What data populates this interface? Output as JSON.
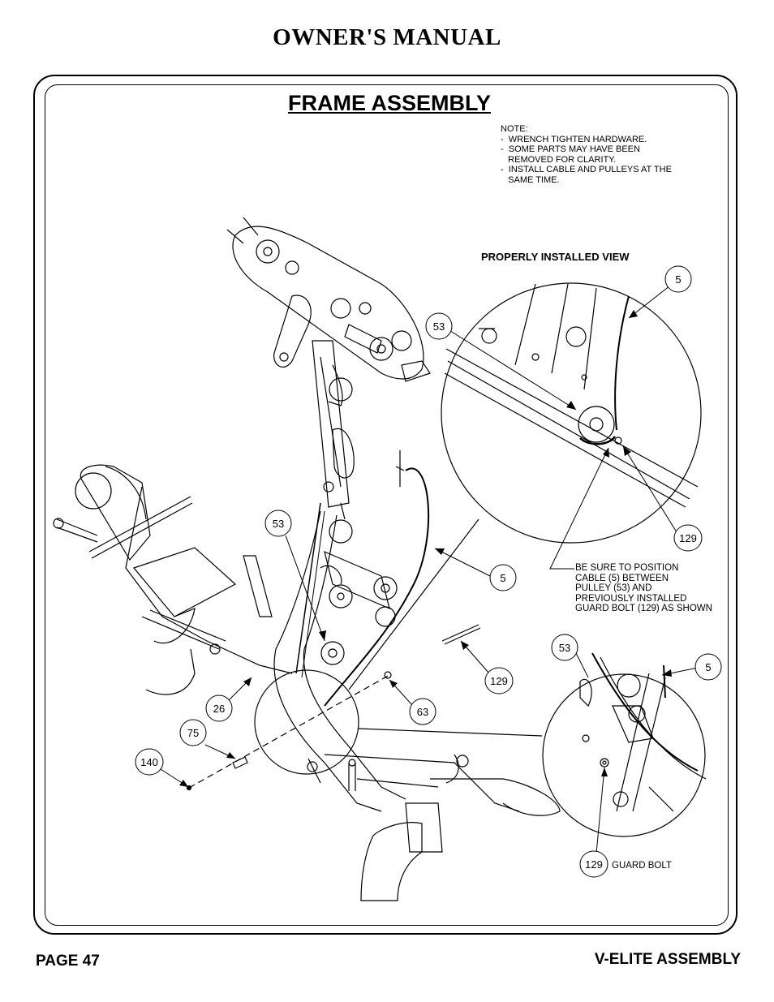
{
  "header": {
    "title": "OWNER'S MANUAL"
  },
  "section": {
    "title": "FRAME ASSEMBLY"
  },
  "notes": [
    "NOTE:",
    "-  WRENCH TIGHTEN HARDWARE.",
    "-  SOME PARTS MAY HAVE BEEN",
    "   REMOVED FOR CLARITY.",
    "-  INSTALL CABLE AND PULLEYS AT THE",
    "   SAME TIME."
  ],
  "detail": {
    "view_label": "PROPERLY INSTALLED VIEW",
    "position_note": [
      "BE SURE TO POSITION",
      "CABLE (5) BETWEEN",
      "PULLEY (53) AND",
      "PREVIOUSLY INSTALLED",
      "GUARD BOLT (129) AS SHOWN"
    ],
    "guard_label": "GUARD BOLT"
  },
  "callouts": {
    "c5_top": "5",
    "c53_top": "53",
    "c129_top": "129",
    "c5_mid": "5",
    "c53_left": "53",
    "c129_mid": "129",
    "c63": "63",
    "c26": "26",
    "c75": "75",
    "c140": "140",
    "c53_lower": "53",
    "c5_lower": "5",
    "c129_lower": "129"
  },
  "footer": {
    "page": "PAGE 47",
    "section": "V-ELITE ASSEMBLY"
  }
}
